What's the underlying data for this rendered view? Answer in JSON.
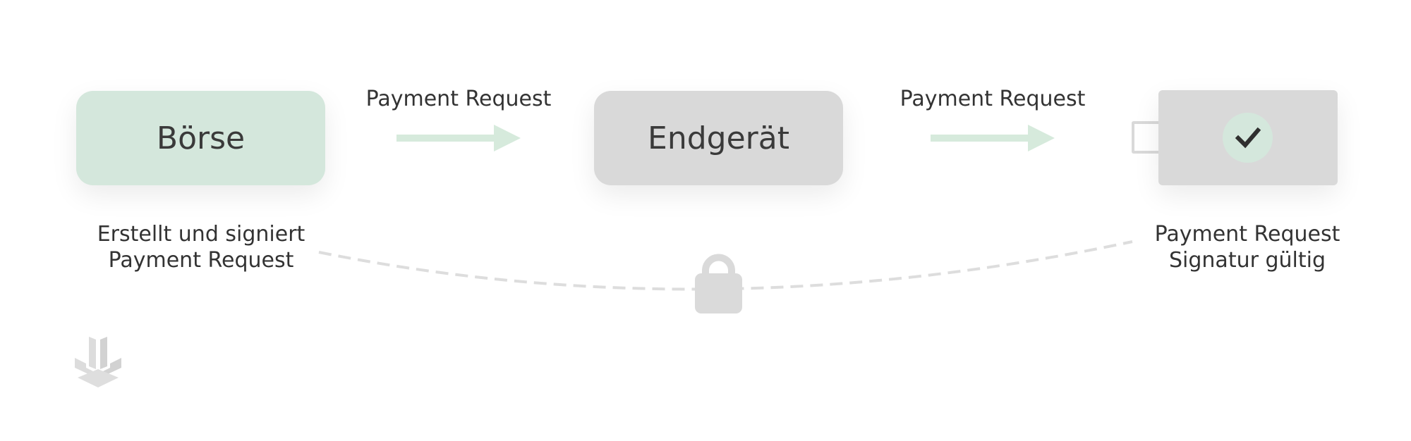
{
  "nodes": {
    "boerse": {
      "label": "Börse"
    },
    "endgeraet": {
      "label": "Endgerät"
    },
    "device": {
      "status_icon": "check-icon"
    }
  },
  "arrows": [
    {
      "label": "Payment Request"
    },
    {
      "label": "Payment Request"
    }
  ],
  "captions": {
    "left": {
      "line1": "Erstellt und signiert",
      "line2": "Payment Request"
    },
    "right": {
      "line1": "Payment Request",
      "line2": "Signatur gültig"
    }
  },
  "icons": {
    "lock": "lock-icon",
    "logo": "brand-logo"
  },
  "colors": {
    "accent_green": "#d4e7dc",
    "neutral_gray": "#d9d9d9",
    "arrow_green": "#d6eadc",
    "text": "#333333",
    "dashed_line": "#dddddd"
  }
}
